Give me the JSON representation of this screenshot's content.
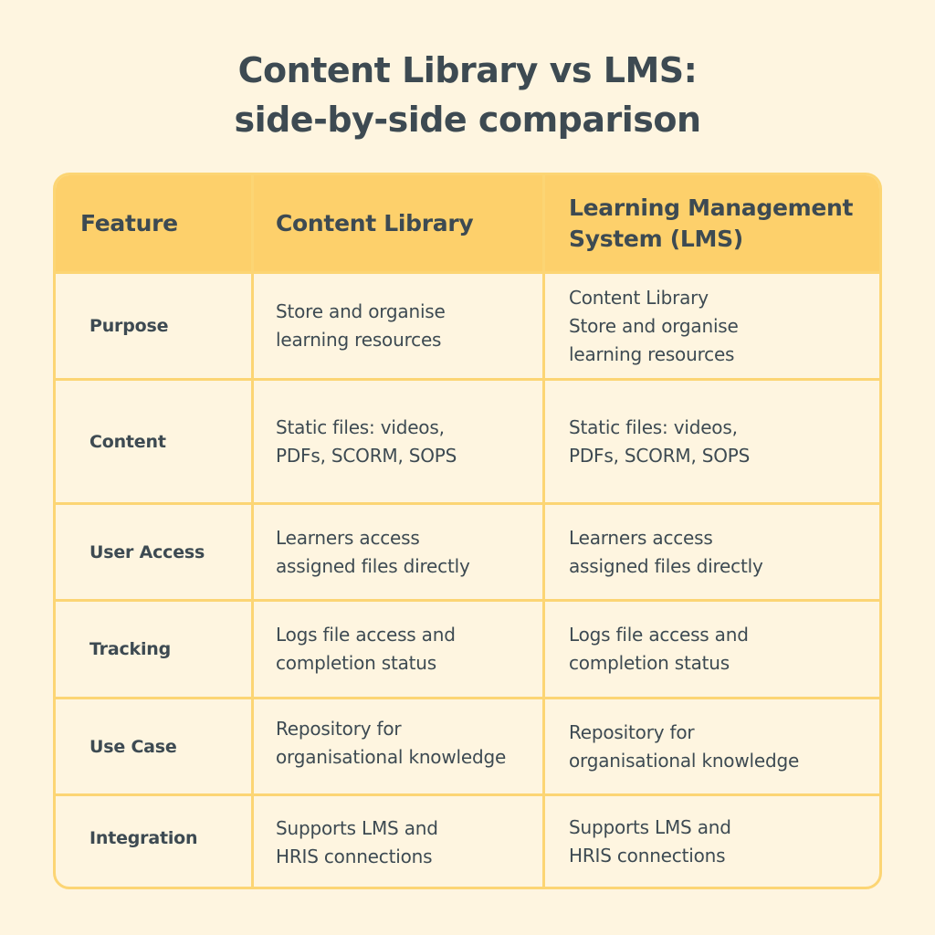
{
  "title": {
    "line1": "Content Library vs LMS:",
    "line2": "side-by-side comparison"
  },
  "table": {
    "headers": [
      {
        "lines": [
          "Feature"
        ]
      },
      {
        "lines": [
          "Content Library"
        ]
      },
      {
        "lines": [
          "Learning Management",
          "System (LMS)"
        ]
      }
    ],
    "rows": [
      {
        "feature": "Purpose",
        "content_library": [
          "Store and organise",
          "learning resources"
        ],
        "lms": [
          "Content Library",
          "Store and organise",
          "learning resources"
        ]
      },
      {
        "feature": "Content",
        "content_library": [
          "Static files: videos,",
          "PDFs, SCORM, SOPS"
        ],
        "lms": [
          "Static files: videos,",
          "PDFs, SCORM, SOPS"
        ]
      },
      {
        "feature": "User Access",
        "content_library": [
          "Learners access",
          "assigned files directly"
        ],
        "lms": [
          "Learners access",
          "assigned files directly"
        ]
      },
      {
        "feature": "Tracking",
        "content_library": [
          "Logs file access and",
          "completion status"
        ],
        "lms": [
          "Logs file access and",
          "completion status"
        ]
      },
      {
        "feature": "Use Case",
        "content_library": [
          "Repository for",
          "organisational knowledge"
        ],
        "lms": [
          "Repository for",
          "organisational knowledge"
        ]
      },
      {
        "feature": "Integration",
        "content_library": [
          "Supports LMS and",
          "HRIS connections"
        ],
        "lms": [
          "Supports LMS and",
          "HRIS connections"
        ]
      }
    ]
  },
  "colors": {
    "background": "#fef5e0",
    "header_fill": "#fdd06b",
    "border": "#fcd574",
    "text": "#3d4a52"
  }
}
